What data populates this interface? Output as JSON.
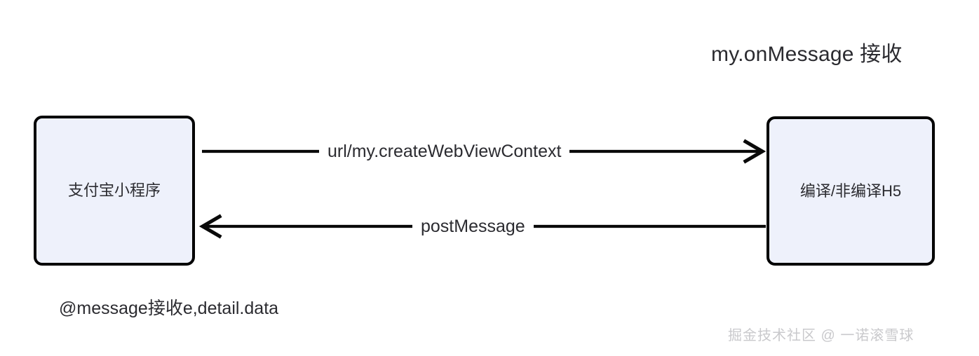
{
  "diagram": {
    "title": "my.onMessage 接收",
    "background_color": "#ffffff",
    "nodes": [
      {
        "id": "alipay-miniprogram",
        "label": "支付宝小程序",
        "fill_color": "#eef1fb",
        "border_color": "#000000"
      },
      {
        "id": "h5-page",
        "label": "编译/非编译H5",
        "fill_color": "#eef1fb",
        "border_color": "#000000"
      }
    ],
    "edges": [
      {
        "id": "edge-top",
        "label": "url/my.createWebViewContext",
        "from": "alipay-miniprogram",
        "to": "h5-page",
        "direction": "right",
        "color": "#0a0a0a"
      },
      {
        "id": "edge-bottom",
        "label": "postMessage",
        "from": "h5-page",
        "to": "alipay-miniprogram",
        "direction": "left",
        "color": "#0a0a0a"
      }
    ],
    "annotation": "@message接收e,detail.data",
    "watermark": "掘金技术社区 @ 一诺滚雪球"
  }
}
